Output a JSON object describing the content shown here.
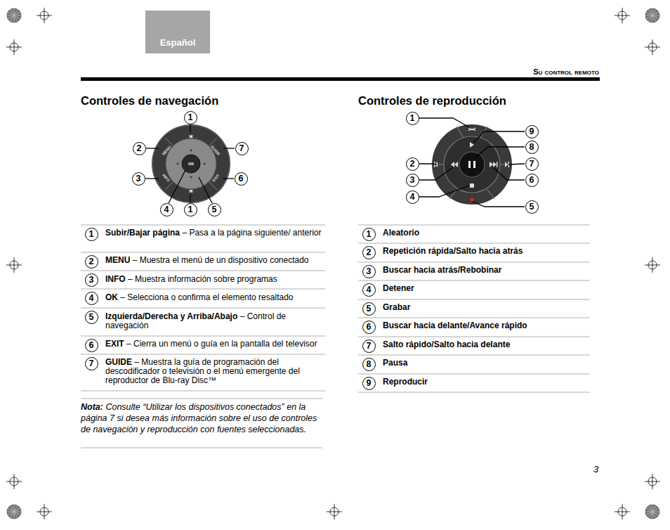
{
  "diagram": {
    "nodes": [
      {
        "text": [
          "Español"
        ]
      },
      {
        "text": [
          "1"
        ]
      },
      {
        "text": [
          "2"
        ]
      },
      {
        "text": [
          "7"
        ]
      },
      {
        "text": [
          "3"
        ]
      },
      {
        "text": [
          "6"
        ]
      },
      {
        "text": [
          "4"
        ]
      },
      {
        "text": [
          "1"
        ]
      },
      {
        "text": [
          "5"
        ]
      },
      {
        "text": [
          "1"
        ]
      },
      {
        "text": [
          "9"
        ]
      },
      {
        "text": [
          "8"
        ]
      },
      {
        "text": [
          "2"
        ]
      },
      {
        "text": [
          "7"
        ]
      },
      {
        "text": [
          "3"
        ]
      },
      {
        "text": [
          "6"
        ]
      },
      {
        "text": [
          "4"
        ]
      },
      {
        "text": [
          "5"
        ]
      },
      {
        "text": [
          "1"
        ]
      },
      {
        "text": [
          "2"
        ]
      },
      {
        "text": [
          "3"
        ]
      },
      {
        "text": [
          "4"
        ]
      },
      {
        "text": [
          "5"
        ]
      },
      {
        "text": [
          "6"
        ]
      },
      {
        "text": [
          "7"
        ]
      },
      {
        "text": [
          "1"
        ]
      },
      {
        "text": [
          "2"
        ]
      },
      {
        "text": [
          "3"
        ]
      },
      {
        "text": [
          "4"
        ]
      },
      {
        "text": [
          "5"
        ]
      },
      {
        "text": [
          "6"
        ]
      },
      {
        "text": [
          "7"
        ]
      },
      {
        "text": [
          "8"
        ]
      },
      {
        "text": [
          "9"
        ]
      }
    ],
    "labels": [
      "Su control remoto",
      "Controles de navegación",
      "Controles de reproducción",
      "MENU",
      "GUIDE",
      "INFO",
      "EXIT",
      "OK",
      "Subir/Bajar página",
      "– Pasa a la página siguiente/ anterior",
      "MENU",
      "– Muestra el menú de un dispositivo conectado",
      "INFO",
      "– Muestra información sobre programas",
      "OK",
      "– Selecciona o confirma el elemento resaltado",
      "Izquierda/Derecha y Arriba/Abajo",
      "– Control de navegación",
      "EXIT",
      "– Cierra un menú o guía en la pantalla del televisor",
      "GUIDE",
      "– Muestra la guía de programación del descodificador o televisión o el menú emergente del reproductor de Blu-ray Disc™",
      "Aleatorio",
      "Repetición rápida/Salto hacia atrás",
      "Buscar hacia atrás/Rebobinar",
      "Detener",
      "Grabar",
      "Buscar hacia delante/Avance rápido",
      "Salto rápido/Salto hacia delante",
      "Pausa",
      "Reproducir",
      "Nota:",
      "Consulte “Utilizar los dispositivos conectados” en la página 7 si desea más información sobre el uso de controles de navegación y reproducción con fuentes seleccionadas.",
      "3"
    ]
  }
}
